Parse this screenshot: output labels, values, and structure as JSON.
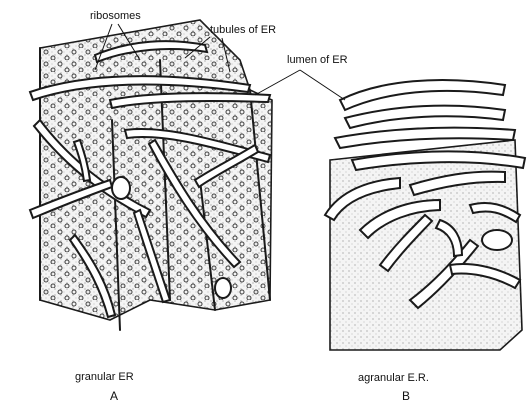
{
  "labels": {
    "ribosomes": "ribosomes",
    "tubules": "tubules of ER",
    "lumen": "lumen of ER",
    "granular": "granular ER",
    "agranular": "agranular E.R.",
    "panel_a": "A",
    "panel_b": "B"
  },
  "colors": {
    "ink": "#1a1a1a",
    "sheet_fill": "#f4f4f4",
    "background": "#ffffff"
  }
}
